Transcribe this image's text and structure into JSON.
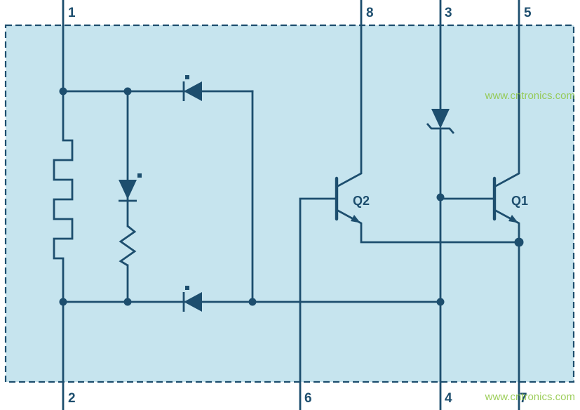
{
  "schematic": {
    "colors": {
      "line": "#1d4e6e",
      "package_fill": "#c6e4ee",
      "page_background": "#ffffff",
      "watermark": "#8dc63f"
    },
    "pins_top": [
      {
        "number": "1"
      },
      {
        "number": "8"
      },
      {
        "number": "3"
      },
      {
        "number": "5"
      }
    ],
    "pins_bottom": [
      {
        "number": "2"
      },
      {
        "number": "6"
      },
      {
        "number": "4"
      },
      {
        "number": "7"
      }
    ],
    "transistors": {
      "q2": "Q2",
      "q1": "Q1"
    },
    "watermark_text": "www.cntronics.com"
  }
}
